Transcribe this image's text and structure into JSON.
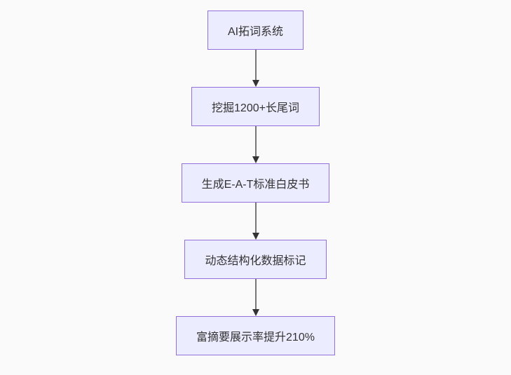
{
  "diagram": {
    "type": "flowchart",
    "direction": "top-down",
    "colors": {
      "background": "#fafafa",
      "node_fill": "#ECECFF",
      "node_border": "#9370DB",
      "text": "#333333",
      "arrow_line": "#777777",
      "arrow_head": "#333333"
    },
    "nodes": [
      {
        "label": "AI拓词系统"
      },
      {
        "label": "挖掘1200+长尾词"
      },
      {
        "label": "生成E-A-T标准白皮书"
      },
      {
        "label": "动态结构化数据标记"
      },
      {
        "label": "富摘要展示率提升210%"
      }
    ],
    "edges": [
      {
        "from": 0,
        "to": 1
      },
      {
        "from": 1,
        "to": 2
      },
      {
        "from": 2,
        "to": 3
      },
      {
        "from": 3,
        "to": 4
      }
    ]
  }
}
